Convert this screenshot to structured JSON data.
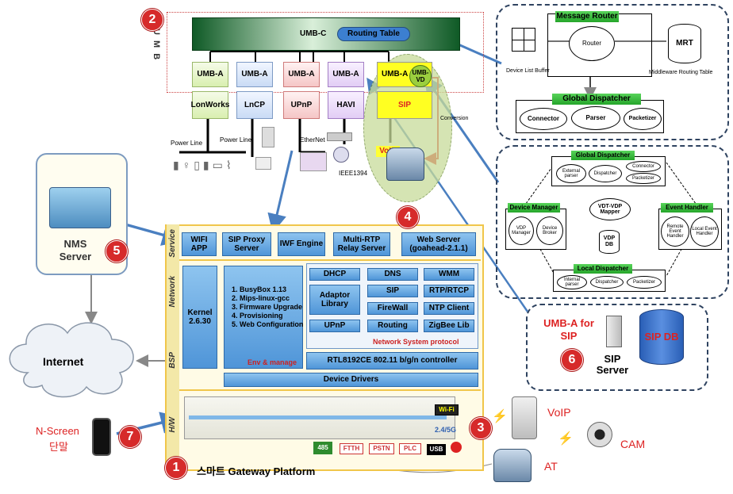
{
  "umb": {
    "label": "U M B",
    "umbc": "UMB-C",
    "routing_table": "Routing Table",
    "umba": [
      "UMB-A",
      "UMB-A",
      "UMB-A",
      "UMB-A",
      "UMB-A"
    ],
    "umbvd": "UMB-VD",
    "protocols": [
      "LonWorks",
      "LnCP",
      "UPnP",
      "HAVI",
      "SIP"
    ],
    "power_line_1": "Power Line",
    "power_line_2": "Power Line",
    "ethernet": "EtherNet",
    "ieee": "IEEE1394",
    "conversion": "Conversion",
    "voip": "VoIP"
  },
  "message_router": {
    "title": "Message Router",
    "router": "Router",
    "mrt": "MRT",
    "device_list": "Device List Buffer",
    "mw_table": "Middleware Routing Table",
    "dispatcher_title": "Global  Dispatcher",
    "connector": "Connector",
    "parser": "Parser",
    "packetizer": "Packetizer"
  },
  "vd": {
    "global_dispatcher": "Global Dispatcher",
    "ext_parser": "External parser",
    "dispatcher": "Dispatcher",
    "connector": "Connector",
    "packetizer": "Packetizer",
    "device_manager": "Device Manager",
    "vdp_manager": "VDP Manager",
    "device_broker": "Device Broker",
    "vdt_mapper": "VDT-VDP Mapper",
    "vdp_db": "VDP DB",
    "event_handler": "Event Handler",
    "remote_event": "Remote Event Handler",
    "local_event": "Local Event Handler",
    "local_dispatcher": "Local Dispatcher",
    "internal_parser": "Internal parser",
    "dispatcher2": "Dispatcher",
    "packetizer2": "Packetizer"
  },
  "sip": {
    "umba": "UMB-A for SIP",
    "server": "SIP Server",
    "db": "SIP DB"
  },
  "nms": {
    "line1": "NMS",
    "line2": "Server"
  },
  "internet": "Internet",
  "gateway": {
    "service_label": "Service",
    "network_label": "Network",
    "bsp_label": "BSP",
    "hw_label": "H/W",
    "service": [
      "WIFI APP",
      "SIP Proxy Server",
      "IWF Engine",
      "Multi-RTP Relay Server",
      "Web Server (goahead-2.1.1)"
    ],
    "kernel": "Kernel 2.6.30",
    "env_items": [
      "BusyBox 1.13",
      "Mips-linux-gcc",
      "Firmware Upgrade",
      "Provisioning",
      "Web Configuration"
    ],
    "env_title": "Env & manage",
    "net": [
      "DHCP",
      "DNS",
      "WMM",
      "Adaptor Library",
      "SIP",
      "RTP/RTCP",
      "FireWall",
      "NTP Client",
      "UPnP",
      "Routing",
      "ZigBee Lib"
    ],
    "net_title": "Network System protocol",
    "rtl": "RTL8192CE 802.11 b/g/n controller",
    "drivers": "Device Drivers",
    "hw_tags": [
      "485",
      "FTTH",
      "PSTN",
      "PLC",
      "USB"
    ],
    "band": "2.4/5G",
    "title": "스마트 Gateway Platform"
  },
  "markers": [
    "1",
    "2",
    "3",
    "4",
    "5",
    "6",
    "7"
  ],
  "devices": {
    "voip": "VoIP",
    "cam": "CAM",
    "at": "AT",
    "nscreen1": "N-Screen",
    "nscreen2": "단말"
  }
}
